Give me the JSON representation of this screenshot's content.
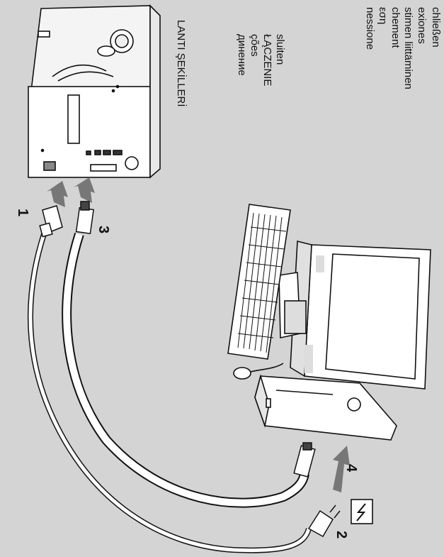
{
  "labels": {
    "col1": [
      "chließen",
      "exiones",
      "stimen liittäminen",
      "chement",
      "εση",
      "nessione"
    ],
    "col2": [
      "sluiten",
      "ŁĄCZENIE",
      "ções",
      "динение"
    ],
    "col3": "LANTI ŞEKİLLERİ"
  },
  "steps": [
    "1",
    "2",
    "3",
    "4"
  ],
  "icons": {
    "power": "lightning-icon"
  },
  "colors": {
    "background": "#d4d4d4",
    "outline": "#111111",
    "arrow": "#777777",
    "device": "#ffffff"
  }
}
